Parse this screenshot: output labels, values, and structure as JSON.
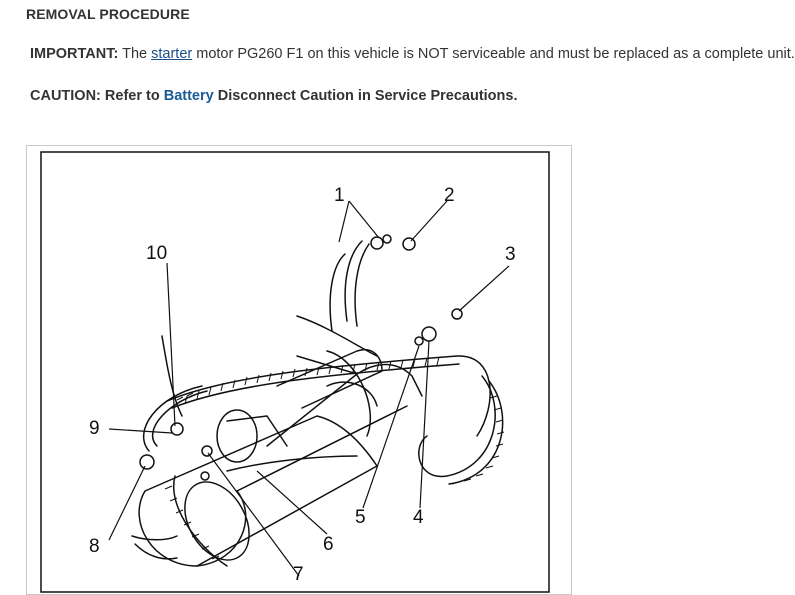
{
  "section_title": "REMOVAL PROCEDURE",
  "important": {
    "label": "IMPORTANT:",
    "text_before": " The ",
    "link_text": "starter",
    "text_after": " motor PG260 F1 on this vehicle is NOT serviceable and must be replaced as a complete unit."
  },
  "caution": {
    "text_before": "CAUTION: Refer to ",
    "link_text": "Battery",
    "text_after": " Disconnect Caution in Service Precautions."
  },
  "figure": {
    "callouts": [
      "1",
      "2",
      "3",
      "4",
      "5",
      "6",
      "7",
      "8",
      "9",
      "10"
    ]
  }
}
